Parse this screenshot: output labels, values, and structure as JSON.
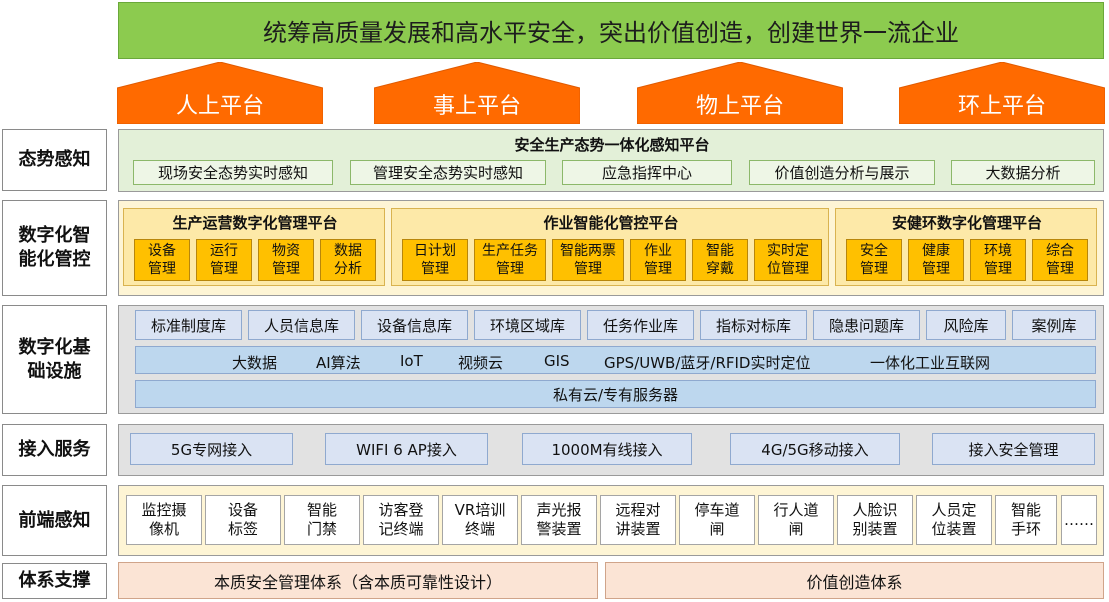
{
  "banner": "统筹高质量发展和高水平安全，突出价值创造，创建世界一流企业",
  "arrows": [
    "人上平台",
    "事上平台",
    "物上平台",
    "环上平台"
  ],
  "layers": {
    "situation": "态势感知",
    "smart": "数字化智能化管控",
    "infra": "数字化基础设施",
    "access": "接入服务",
    "frontend": "前端感知",
    "support": "体系支撑"
  },
  "situation": {
    "title": "安全生产态势一体化感知平台",
    "items": [
      "现场安全态势实时感知",
      "管理安全态势实时感知",
      "应急指挥中心",
      "价值创造分析与展示",
      "大数据分析"
    ]
  },
  "smart": {
    "groups": [
      {
        "title": "生产运营数字化管理平台",
        "items": [
          "设备管理",
          "运行管理",
          "物资管理",
          "数据分析"
        ]
      },
      {
        "title": "作业智能化管控平台",
        "items": [
          "日计划管理",
          "生产任务管理",
          "智能两票管理",
          "作业管理",
          "智能穿戴",
          "实时定位管理"
        ]
      },
      {
        "title": "安健环数字化管理平台",
        "items": [
          "安全管理",
          "健康管理",
          "环境管理",
          "综合管理"
        ]
      }
    ]
  },
  "infra": {
    "libs": [
      "标准制度库",
      "人员信息库",
      "设备信息库",
      "环境区域库",
      "任务作业库",
      "指标对标库",
      "隐患问题库",
      "风险库",
      "案例库"
    ],
    "tech": [
      "大数据",
      "AI算法",
      "IoT",
      "视频云",
      "GIS",
      "GPS/UWB/蓝牙/RFID实时定位",
      "一体化工业互联网"
    ],
    "cloud": "私有云/专有服务器"
  },
  "access": {
    "items": [
      "5G专网接入",
      "WIFI 6 AP接入",
      "1000M有线接入",
      "4G/5G移动接入",
      "接入安全管理"
    ]
  },
  "frontend": {
    "items": [
      "监控摄像机",
      "设备标签",
      "智能门禁",
      "访客登记终端",
      "VR培训终端",
      "声光报警装置",
      "远程对讲装置",
      "停车道闸",
      "行人道闸",
      "人脸识别装置",
      "人员定位装置",
      "智能手环",
      "……"
    ]
  },
  "support": {
    "items": [
      "本质安全管理体系（含本质可靠性设计）",
      "价值创造体系"
    ]
  },
  "colors": {
    "banner": "#8ccb4f",
    "arrow": "#ff6a00",
    "platform_box": "#ffc000"
  }
}
